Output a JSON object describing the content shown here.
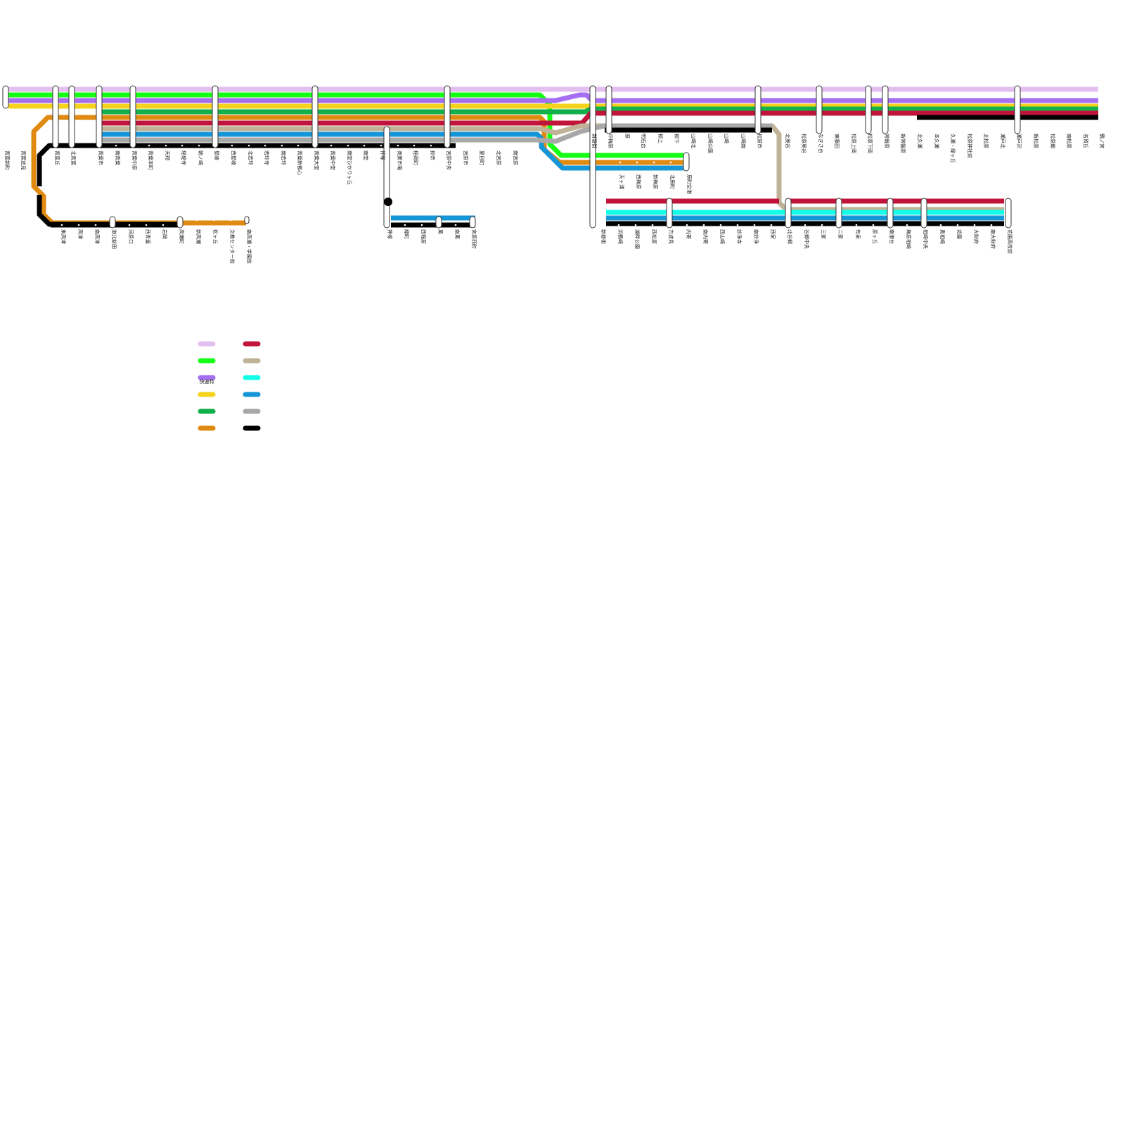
{
  "colors": {
    "lavender": "#e3bff0",
    "lime": "#14ff14",
    "purple": "#a66ef0",
    "yellow": "#f5d21c",
    "green": "#12b04a",
    "orange": "#e08a12",
    "crimson": "#c0143a",
    "khaki": "#bfb296",
    "cyan": "#14ffe8",
    "blue": "#1696d6",
    "gray": "#a8a8a8",
    "black": "#000000"
  },
  "legend": {
    "items": [
      {
        "color": "lavender",
        "label": ""
      },
      {
        "color": "lime",
        "label": ""
      },
      {
        "color": "purple",
        "label": "快速特"
      },
      {
        "color": "yellow",
        "label": ""
      },
      {
        "color": "green",
        "label": ""
      },
      {
        "color": "orange",
        "label": ""
      },
      {
        "color": "crimson",
        "label": ""
      },
      {
        "color": "khaki",
        "label": ""
      },
      {
        "color": "cyan",
        "label": ""
      },
      {
        "color": "blue",
        "label": ""
      },
      {
        "color": "gray",
        "label": ""
      },
      {
        "color": "black",
        "label": ""
      }
    ]
  },
  "stations": {
    "top": [
      "青葉新町",
      "青葉追見",
      "青葉丘",
      "北青葉",
      "青葉市",
      "南青葉",
      "青葉中原",
      "青葉本町",
      "天翔",
      "経堤寺",
      "朝ノ崎",
      "星崚",
      "西星崚",
      "北若玲",
      "若玲寺",
      "南若玲",
      "青葉新都心",
      "青葉大堂",
      "青葉中堂",
      "南堂ひかりヶ丘",
      "南堂",
      "押塚",
      "商業市場",
      "稲荷町",
      "鈴奈",
      "宮原中央",
      "宮原市",
      "夏目町",
      "北宮原",
      "南宮原",
      "新磐街",
      "中梅原",
      "原",
      "明石台",
      "柳上",
      "柳下",
      "山崎北",
      "山崎公園",
      "山崎",
      "山崎南",
      "松原市",
      "北奥谷",
      "松原奥谷",
      "なぎさ台",
      "東藤田",
      "松原上岡",
      "松原下岡",
      "常磐原",
      "新常盤原",
      "北久瀬",
      "本久瀬",
      "久瀬・緑ヶ丘",
      "松原神社前",
      "北松原",
      "瀬戸北",
      "瀬戸沢",
      "新松原",
      "松原郷",
      "南松原",
      "名賀丘",
      "鶴ノ宮"
    ],
    "west_branch": [
      "東高津",
      "高津",
      "南高津",
      "港北新田",
      "河原口",
      "西青葉",
      "岩岡",
      "高瀬町",
      "新高瀬",
      "松ヶ丘",
      "文教センター前",
      "南高瀬・学園前"
    ],
    "oshizuka_branch": [
      "押塚",
      "緑町",
      "西稲原",
      "萬",
      "南萬",
      "宮原西町"
    ],
    "airport_branch": [
      "天ヶ浦",
      "西梅原",
      "新梅原",
      "北辰町",
      "辰町空港"
    ],
    "south": [
      "新磐街",
      "浜鶴崎",
      "湖畔公園",
      "西松原",
      "方波見",
      "内寄",
      "南内寄",
      "西山崎",
      "妙浄寺",
      "南妙浄",
      "西家",
      "北谷郷",
      "谷郷中央",
      "三家",
      "二家",
      "有泉",
      "原ヶ丘",
      "南港台",
      "梅原相崎",
      "相崎中央",
      "奥相崎",
      "花園",
      "大財府",
      "南大財府",
      "花園高校前"
    ]
  }
}
